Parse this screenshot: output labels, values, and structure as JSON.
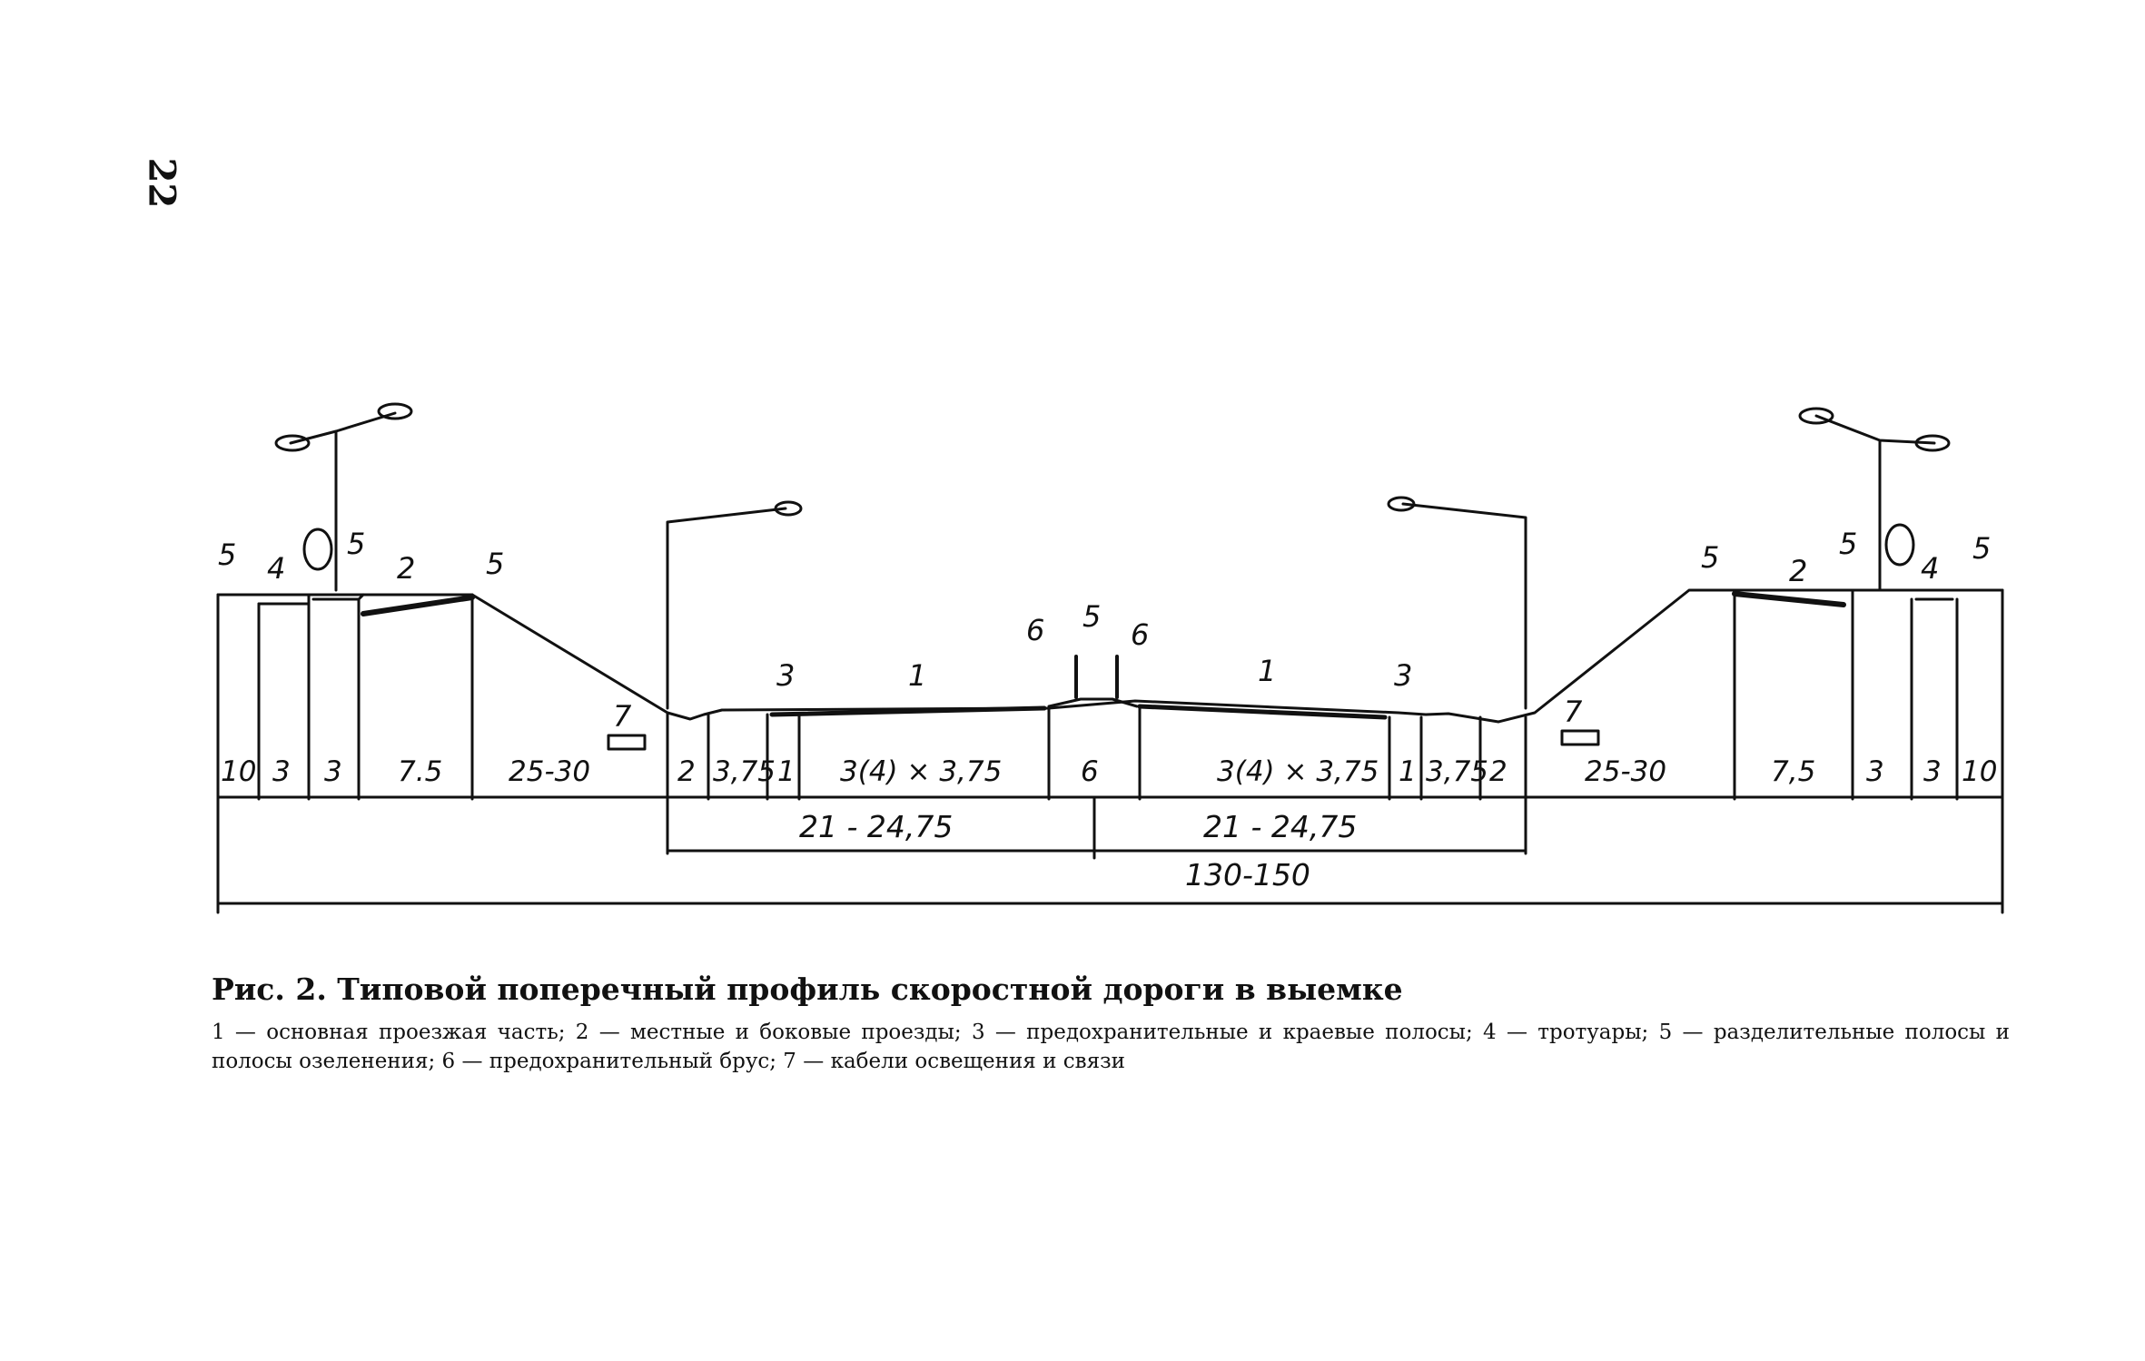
{
  "page_number": "22",
  "figure": {
    "title": "Рис. 2. Типовой поперечный профиль скоростной дороги в выемке",
    "legend": "1 — основная проезжая часть; 2 — местные и боковые проезды; 3 — предохранительные и краевые полосы; 4 — тротуары; 5 — разделительные полосы и полосы озеленения; 6 — предохранительный брус; 7 — кабели освещения и связи"
  },
  "callouts": {
    "left": [
      "5",
      "4",
      "5",
      "2",
      "5",
      "7"
    ],
    "center": [
      "3",
      "1",
      "6",
      "5",
      "6",
      "1",
      "3"
    ],
    "right": [
      "5",
      "2",
      "5",
      "4",
      "5",
      "7"
    ]
  },
  "widths": {
    "left": [
      "10",
      "3",
      "3",
      "7.5",
      "25-30"
    ],
    "center": [
      "2",
      "3,75",
      "1",
      "3(4) × 3,75",
      "6",
      "3(4) × 3,75",
      "1",
      "3,75",
      "2"
    ],
    "right": [
      "25-30",
      "7,5",
      "3",
      "3",
      "10"
    ]
  },
  "totals": {
    "half_left": "21 - 24,75",
    "half_right": "21 - 24,75",
    "overall": "130-150"
  }
}
